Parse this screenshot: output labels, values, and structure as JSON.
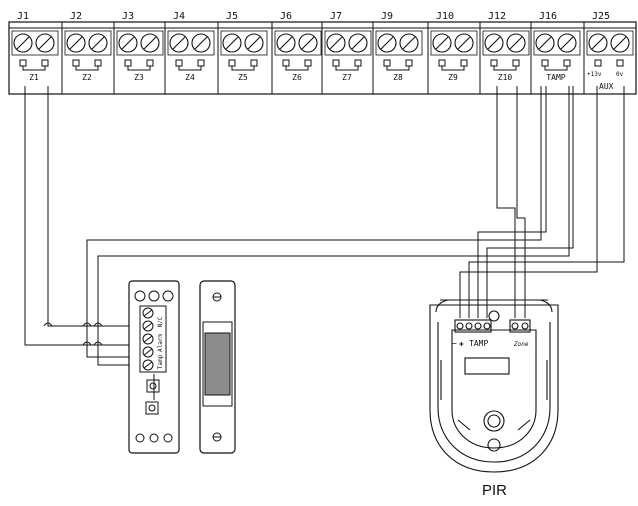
{
  "terminal_block": {
    "connectors": [
      {
        "name": "J1",
        "zone": "Z1"
      },
      {
        "name": "J2",
        "zone": "Z2"
      },
      {
        "name": "J3",
        "zone": "Z3"
      },
      {
        "name": "J4",
        "zone": "Z4"
      },
      {
        "name": "J5",
        "zone": "Z5"
      },
      {
        "name": "J6",
        "zone": "Z6"
      },
      {
        "name": "J7",
        "zone": "Z7"
      },
      {
        "name": "J9",
        "zone": "Z8"
      },
      {
        "name": "J10",
        "zone": "Z9"
      },
      {
        "name": "J12",
        "zone": "Z10"
      },
      {
        "name": "J16",
        "zone": "TAMP"
      },
      {
        "name": "J25",
        "zone": ""
      }
    ],
    "aux_left": "+13v",
    "aux_right": "0v",
    "aux_label": "AUX"
  },
  "door_contact": {
    "terminal_labels": [
      "N/C",
      "Alarm",
      "Tamp"
    ]
  },
  "pir": {
    "title": "PIR",
    "tamp_label": "TAMP",
    "minus_symbol": "−",
    "plus_symbol": "✚",
    "zone_label": "Zone"
  },
  "colors": {
    "line": "#111111",
    "background": "#ffffff",
    "magnet_fill": "#8c8c8c"
  }
}
